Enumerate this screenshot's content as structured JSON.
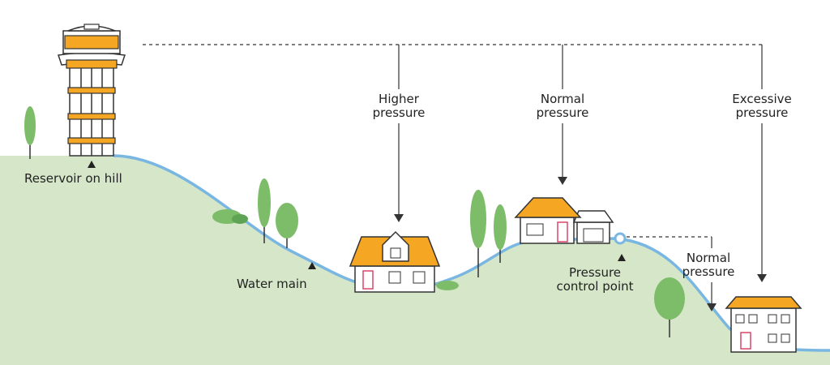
{
  "labels": {
    "reservoir": "Reservoir on hill",
    "water_main": "Water main",
    "higher_pressure": [
      "Higher",
      "pressure"
    ],
    "normal_pressure_top": [
      "Normal",
      "pressure"
    ],
    "excessive_pressure": [
      "Excessive",
      "pressure"
    ],
    "pressure_control_point": [
      "Pressure",
      "control point"
    ],
    "normal_pressure_bottom": [
      "Normal",
      "pressure"
    ]
  },
  "colors": {
    "hill": "#d5e7c8",
    "pipe": "#7ab6e2",
    "roof": "#f5a623",
    "outline": "#333333",
    "tree": "#7dbd6a",
    "tree_dark": "#5fa455",
    "door": "#d9476b"
  }
}
